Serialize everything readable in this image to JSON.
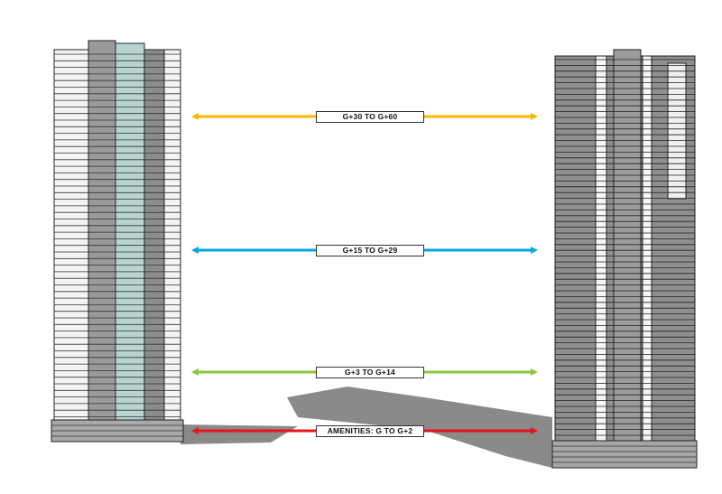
{
  "zones": [
    {
      "label": "G+30 TO G+60",
      "color": "#f5b800"
    },
    {
      "label": "G+15 TO G+29",
      "color": "#00a6e0"
    },
    {
      "label": "G+3 TO G+14",
      "color": "#8dc63f"
    },
    {
      "label": "AMENITIES: G TO G+2",
      "color": "#e8141c"
    }
  ]
}
